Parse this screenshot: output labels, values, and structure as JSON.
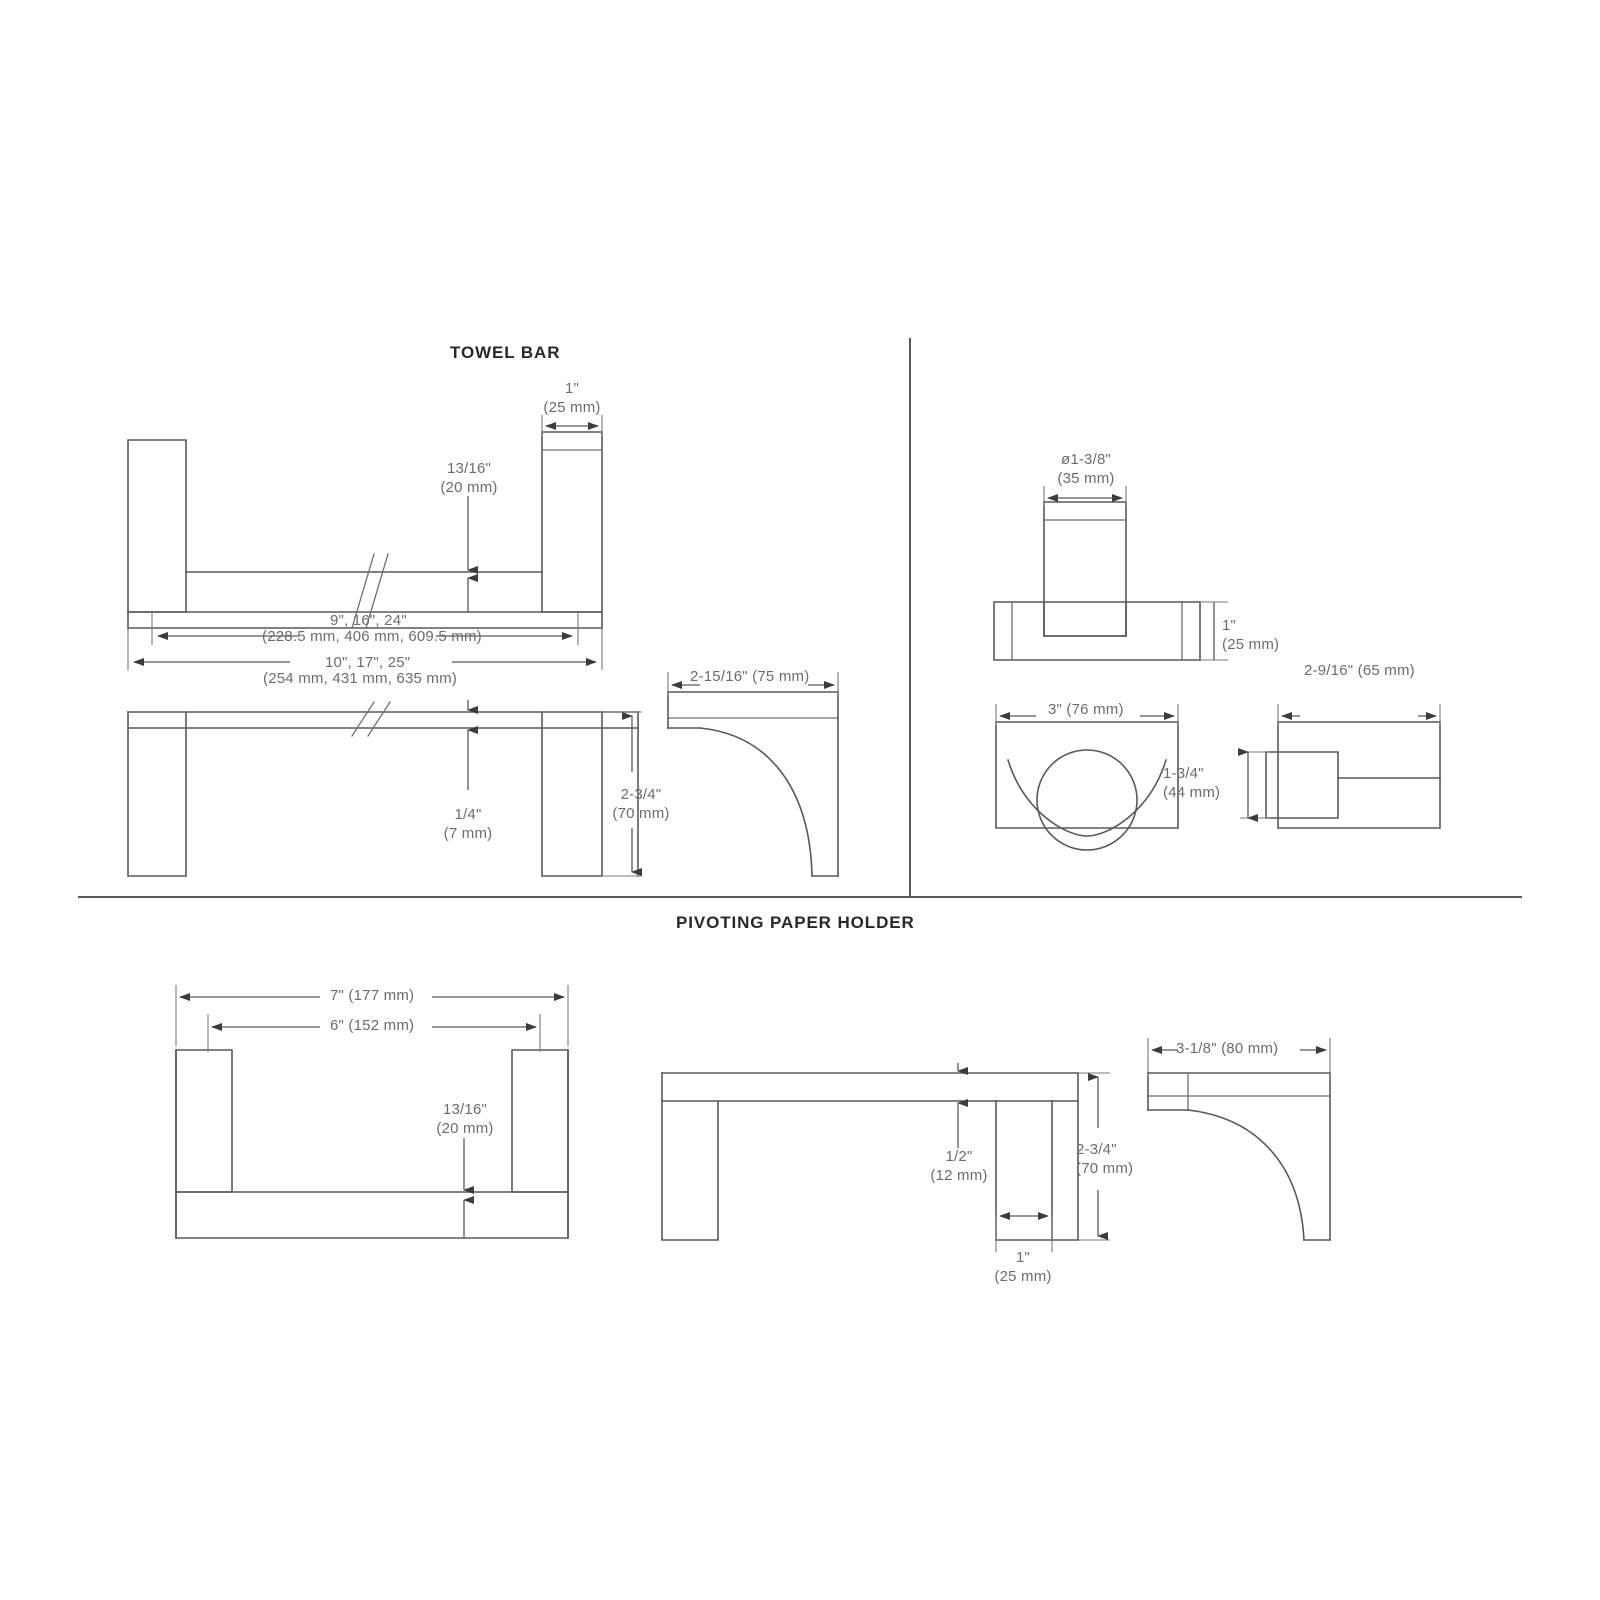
{
  "sheet": {
    "background_color": "#ffffff",
    "line_color": "#58595b",
    "text_color": "#6a6c6e",
    "title_color": "#26282b"
  },
  "sections": {
    "towel_bar": {
      "title": "TOWEL BAR"
    },
    "paper_holder": {
      "title": "PIVOTING PAPER HOLDER"
    }
  },
  "dimensions": {
    "towel_bar_post_width": {
      "imperial": "1\"",
      "metric": "(25 mm)"
    },
    "towel_bar_rail_thickness": {
      "imperial": "13/16\"",
      "metric": "(20 mm)"
    },
    "towel_bar_inner_span": {
      "imperial": "9\", 16\", 24\"",
      "metric": "(228.5 mm, 406 mm, 609.5 mm)"
    },
    "towel_bar_overall_span": {
      "imperial": "10\", 17\", 25\"",
      "metric": "(254 mm, 431 mm, 635 mm)"
    },
    "towel_bar_rail_depth": {
      "imperial": "1/4\"",
      "metric": "(7 mm)"
    },
    "towel_bar_post_height": {
      "imperial": "2-3/4\"",
      "metric": "(70 mm)"
    },
    "towel_bar_profile_depth": {
      "combined": "2-15/16\" (75 mm)"
    },
    "hook_diameter": {
      "imperial": "ø1-3/8\"",
      "metric": "(35 mm)"
    },
    "hook_plate_depth": {
      "imperial": "1\"",
      "metric": "(25 mm)"
    },
    "cradle_width": {
      "combined": "3\" (76 mm)"
    },
    "bracket_width": {
      "combined": "2-9/16\" (65 mm)"
    },
    "bracket_height": {
      "imperial": "1-3/4\"",
      "metric": "(44 mm)"
    },
    "paper_holder_overall_width": {
      "combined": "7\" (177 mm)"
    },
    "paper_holder_inner_width": {
      "combined": "6\" (152 mm)"
    },
    "paper_holder_base_thickness": {
      "imperial": "13/16\"",
      "metric": "(20 mm)"
    },
    "paper_holder_arm_thickness": {
      "imperial": "1/2\"",
      "metric": "(12 mm)"
    },
    "paper_holder_post_height": {
      "imperial": "2-3/4\"",
      "metric": "(70 mm)"
    },
    "paper_holder_post_width": {
      "imperial": "1\"",
      "metric": "(25 mm)"
    },
    "paper_holder_profile_depth": {
      "combined": "3-1/8\" (80 mm)"
    }
  }
}
